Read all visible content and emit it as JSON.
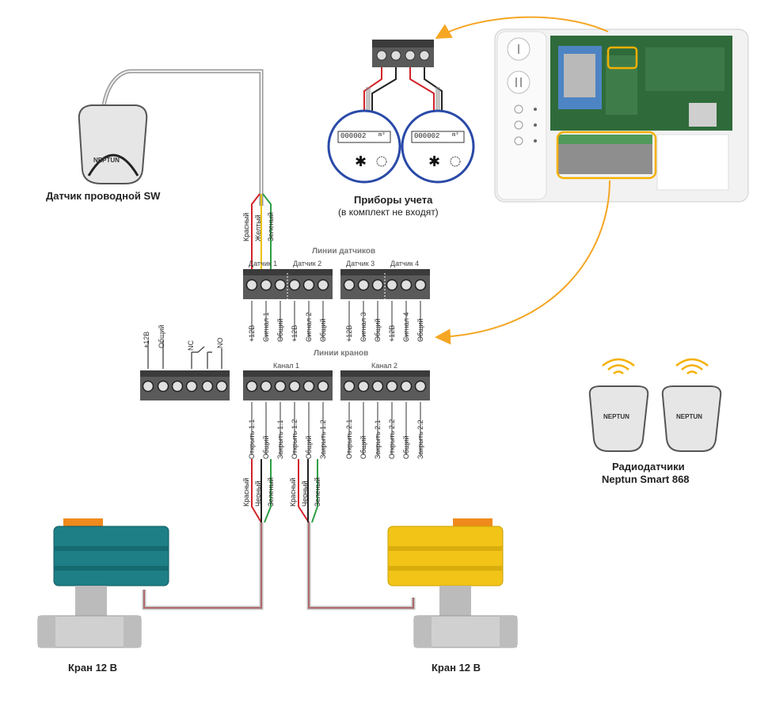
{
  "colors": {
    "wire_red": "#d2232a",
    "wire_yellow": "#e8c300",
    "wire_green": "#2e9e45",
    "wire_black": "#222222",
    "arrow_orange": "#f5a623",
    "highlight": "#f5b000",
    "valve_teal": "#1e7f86",
    "valve_yellow": "#f2c418",
    "valve_cap": "#f08a1c",
    "meter_blue": "#2a4aa8",
    "terminal_body": "#555555"
  },
  "labels": {
    "sensor_wired": "Датчик проводной SW",
    "meters_line1": "Приборы учета",
    "meters_line2": "(в комплект не входят)",
    "radio_line1": "Радиодатчики",
    "radio_line2": "Neptun Smart 868",
    "valve_left": "Кран 12 В",
    "valve_right": "Кран 12 В",
    "sensor_lines": "Линии датчиков",
    "valve_lines": "Линии кранов",
    "logo": "NEPTUN"
  },
  "sensor_wire_colors": [
    "Красный",
    "Желтый",
    "Зеленый"
  ],
  "sensor_groups": [
    "Датчик 1",
    "Датчик 2",
    "Датчик 3",
    "Датчик 4"
  ],
  "sensor_pins": [
    "+12В",
    "Сигнал 1",
    "Общий",
    "+12В",
    "Сигнал 2",
    "Общий",
    "+12В",
    "Сигнал 3",
    "Общий",
    "+12В",
    "Сигнал 4",
    "Общий"
  ],
  "power_pins": [
    "+12В",
    "Общий",
    "NC",
    "NO"
  ],
  "valve_channels": [
    "Канал 1",
    "Канал 2"
  ],
  "valve_pins": [
    "Открыть 1.1",
    "Общий",
    "Закрыть 1.1",
    "Открыть 1.2",
    "Общий",
    "Закрыть 1.2",
    "Открыть 2.1",
    "Общий",
    "Закрыть 2.1",
    "Открыть 2.2",
    "Общий",
    "Закрыть 2.2"
  ],
  "valve_wire_left": [
    "Красный",
    "Черный",
    "Зеленый"
  ],
  "valve_wire_right": [
    "Красный",
    "Черный",
    "Зеленый"
  ],
  "meter_reading": "000002",
  "meter_unit": "m³"
}
